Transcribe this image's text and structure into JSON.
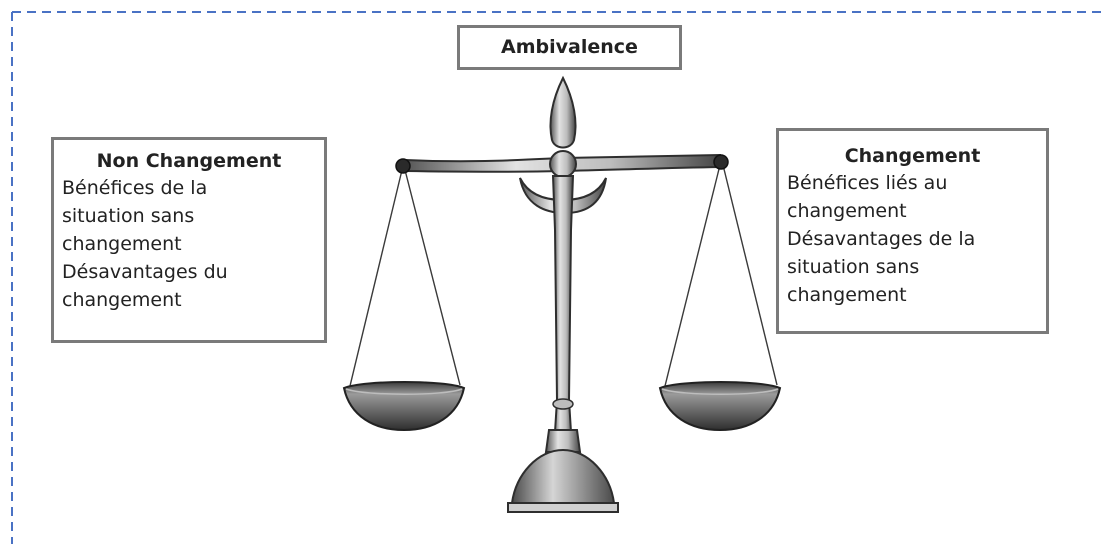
{
  "diagram": {
    "top": {
      "label": "Ambivalence"
    },
    "left": {
      "title": "Non Changement",
      "lines": [
        "Bénéfices de la",
        "situation sans",
        "changement",
        "Désavantages du",
        "changement"
      ]
    },
    "right": {
      "title": "Changement",
      "lines": [
        "Bénéfices liés au",
        "changement",
        "Désavantages de la",
        "situation sans",
        "changement"
      ]
    },
    "colors": {
      "frame_dash": "#4a72c4",
      "box_border": "#7a7a7a",
      "metal_dark": "#3a3a3a",
      "metal_light": "#d8d8d8"
    }
  }
}
